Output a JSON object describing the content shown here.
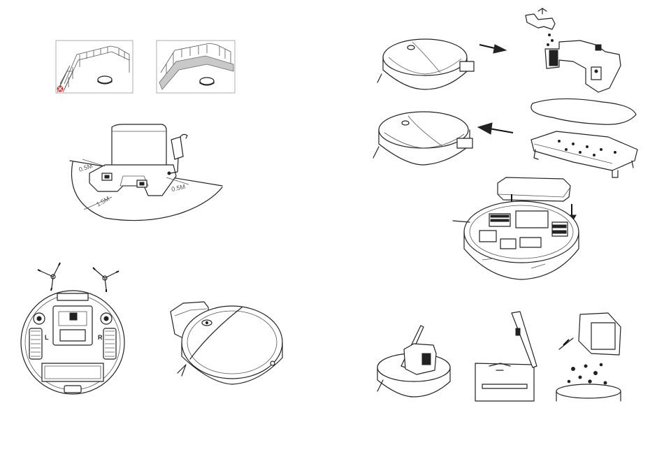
{
  "labels": {
    "distance_side_left": "0.5M",
    "distance_side_right": "0.5M",
    "distance_front": "1.5M",
    "brush_left": "L",
    "brush_right": "R"
  },
  "colors": {
    "line": "#222222",
    "warning_red": "#d9342b",
    "arrow": "#111111"
  },
  "icons": [
    "no-entry-icon"
  ]
}
